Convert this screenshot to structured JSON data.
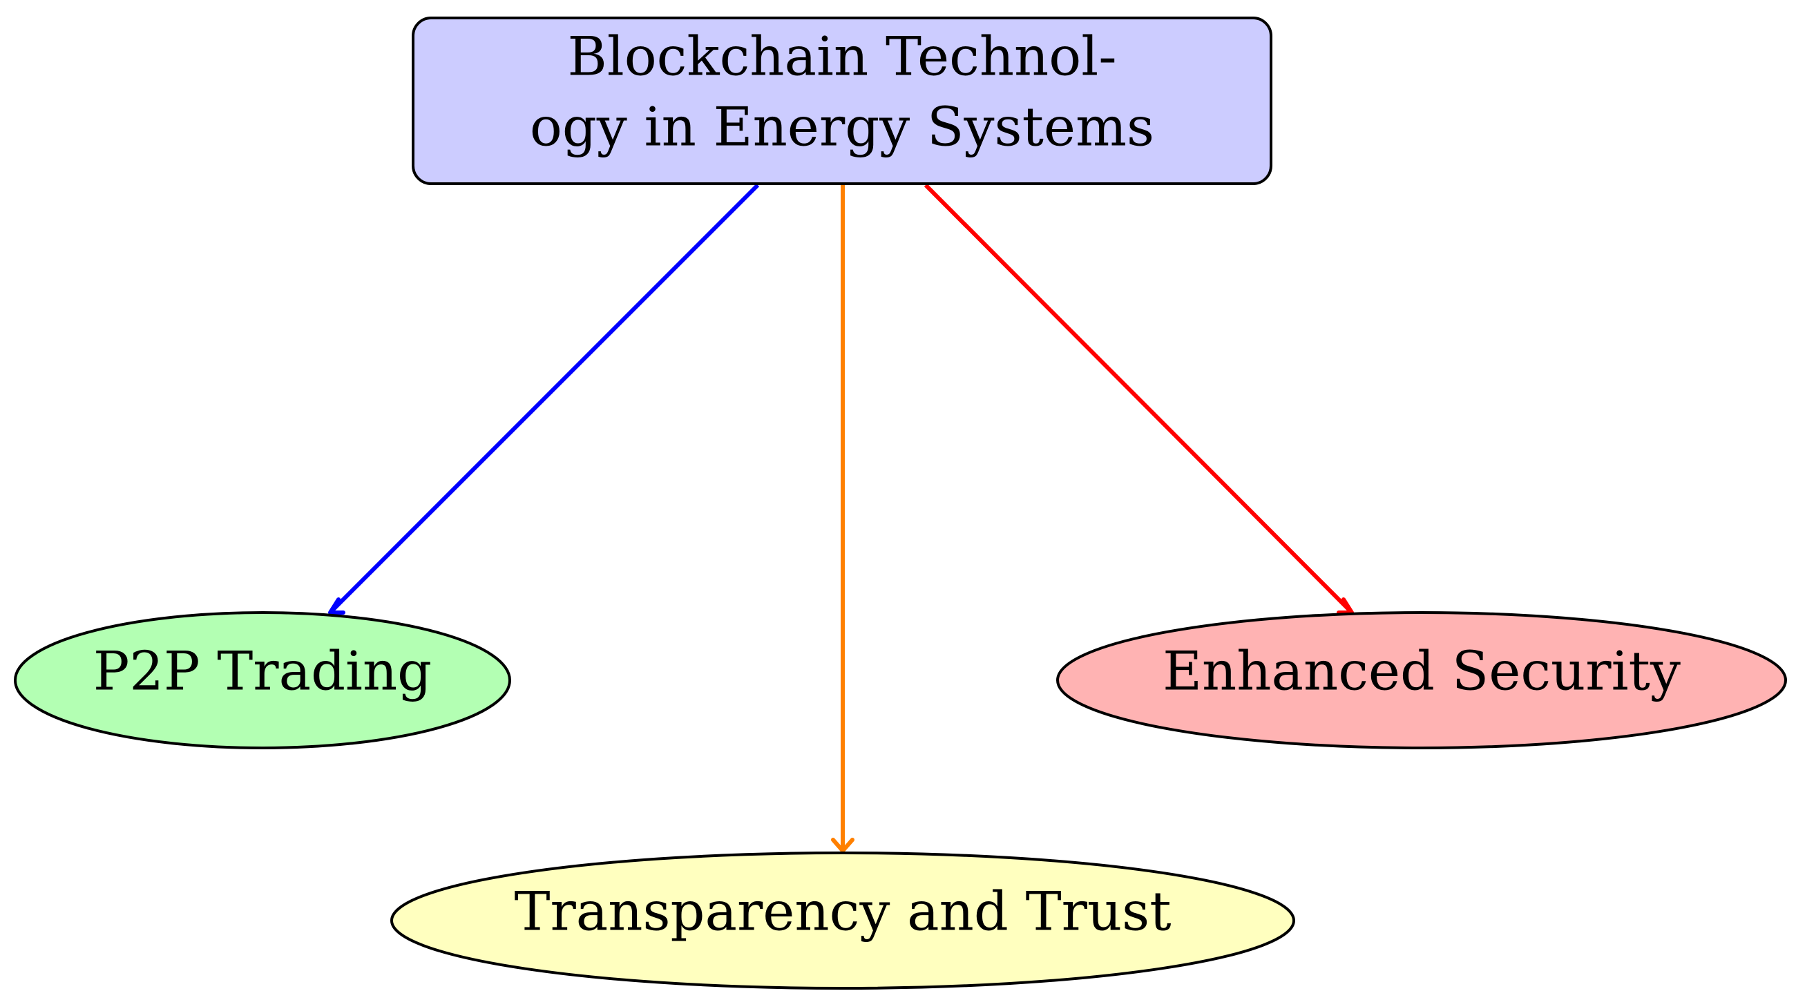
{
  "root": {
    "label_line1": "Blockchain Technol-",
    "label_line2": "ogy in Energy Systems",
    "fill": "#ccccff"
  },
  "children": [
    {
      "label": "P2P Trading",
      "fill": "#b3ffb3",
      "edge_color": "#0000ff"
    },
    {
      "label": "Transparency and Trust",
      "fill": "#ffffbf",
      "edge_color": "#ff8000"
    },
    {
      "label": "Enhanced Security",
      "fill": "#ffb3b3",
      "edge_color": "#ff0000"
    }
  ]
}
